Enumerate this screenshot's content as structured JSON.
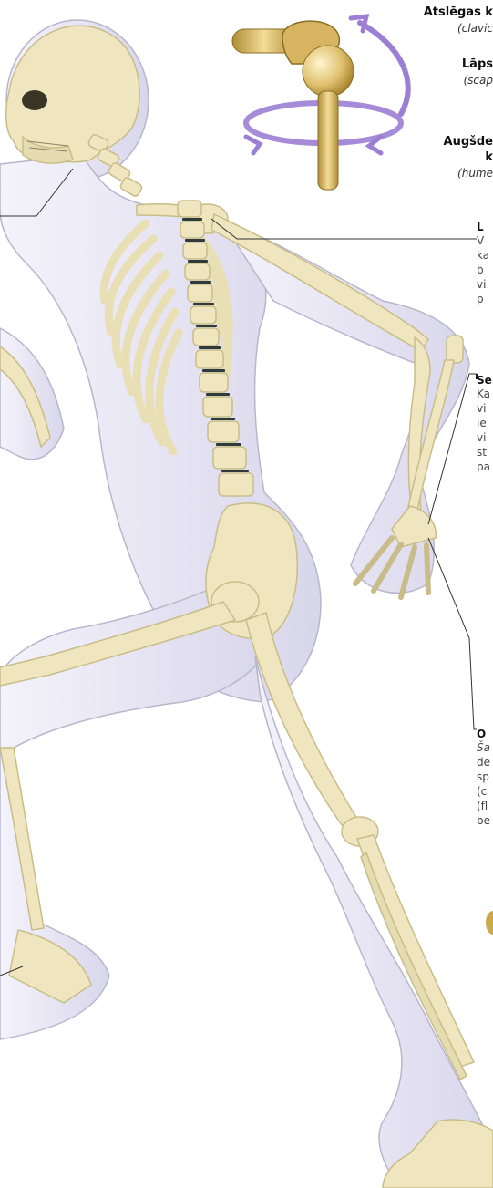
{
  "colors": {
    "bone": "#efe6c0",
    "bone_shade": "#d9cf9f",
    "skin": "#eceaf6",
    "skin_edge": "#b8b6cc",
    "rotation_arrow": "#9c7fd4",
    "joint_gold": "#caa84c",
    "leader_line": "#333333"
  },
  "joint_labels": {
    "clavicle_lv": "Atslēgas k",
    "clavicle_la": "(clavic",
    "scapula_lv": "Lāps",
    "scapula_la": "(scap",
    "humerus_lv_1": "Augšde",
    "humerus_lv_2": "k",
    "humerus_la": "(hume"
  },
  "callouts": [
    {
      "title": "L",
      "lines": [
        "V",
        "ka",
        "b",
        "vi",
        "p"
      ]
    },
    {
      "title": "Se",
      "lines": [
        "Ka",
        "vi",
        "ie",
        "vi",
        "st",
        "pa"
      ]
    },
    {
      "title": "O",
      "lines": [
        "Ša",
        "de",
        "sp",
        "(c",
        "(fl",
        "be"
      ]
    }
  ],
  "icons": {
    "ball_socket": "ball-and-socket-joint-icon",
    "rotation": "rotation-arrows-icon"
  }
}
